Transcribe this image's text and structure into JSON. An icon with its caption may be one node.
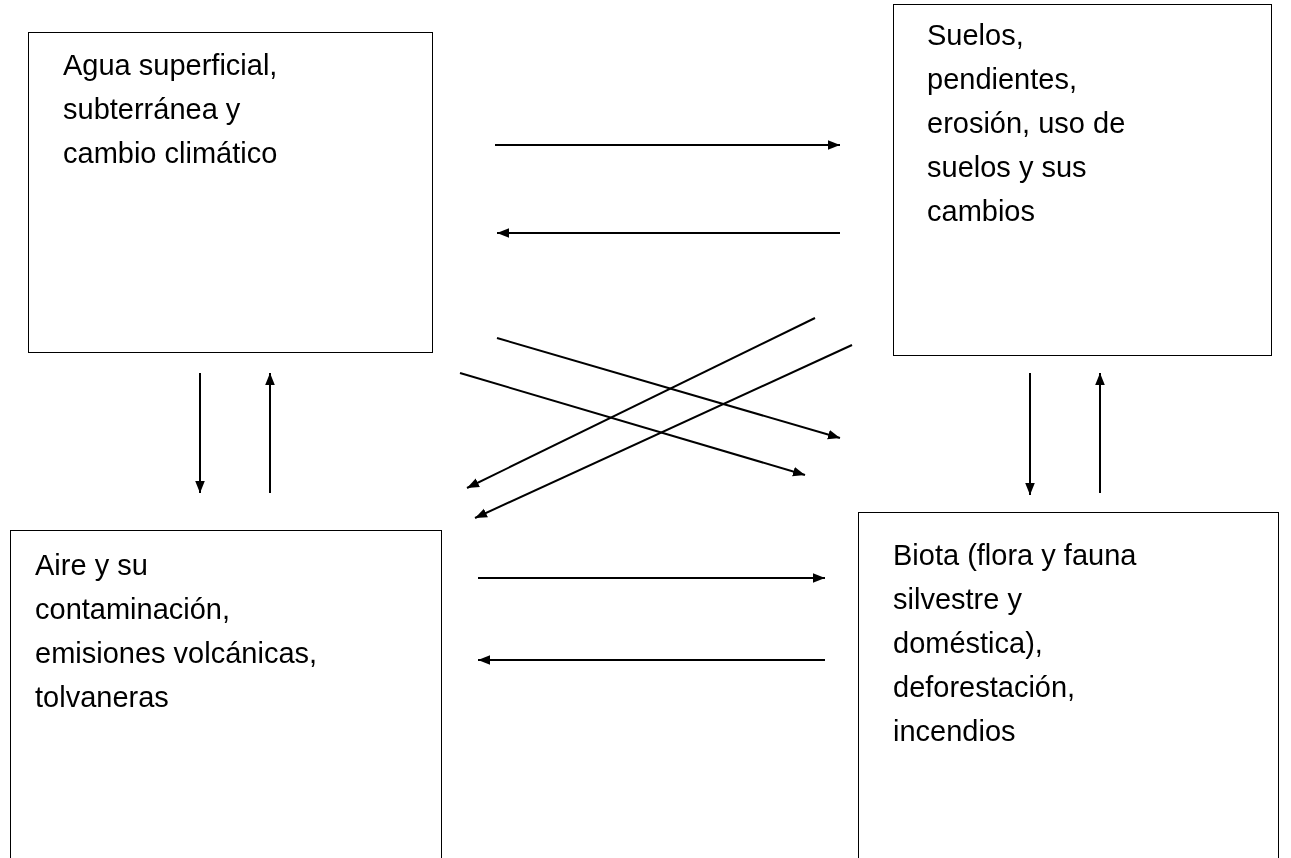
{
  "diagram": {
    "nodes": [
      {
        "text": [
          "Agua superficial, subterránea y cambio climático"
        ]
      },
      {
        "text": [
          "Suelos, pendientes, erosión, uso de suelos y sus cambios"
        ]
      },
      {
        "text": [
          "Aire y su contaminación, emisiones volcánicas, tolvaneras"
        ]
      },
      {
        "text": [
          "Biota (flora y fauna silvestre y doméstica), deforestación, incendios"
        ]
      }
    ],
    "edges": [
      {
        "from": 0,
        "to": 1,
        "arrow": "to"
      },
      {
        "from": 1,
        "to": 0,
        "arrow": "to"
      },
      {
        "from": 0,
        "to": 2,
        "arrow": "to"
      },
      {
        "from": 2,
        "to": 0,
        "arrow": "to"
      },
      {
        "from": 1,
        "to": 3,
        "arrow": "to"
      },
      {
        "from": 3,
        "to": 1,
        "arrow": "to"
      },
      {
        "from": 0,
        "to": 3,
        "arrow": "to"
      },
      {
        "from": 0,
        "to": 3,
        "arrow": "to"
      },
      {
        "from": 1,
        "to": 2,
        "arrow": "to"
      },
      {
        "from": 1,
        "to": 2,
        "arrow": "to"
      },
      {
        "from": 2,
        "to": 3,
        "arrow": "to"
      },
      {
        "from": 3,
        "to": 2,
        "arrow": "to"
      }
    ]
  }
}
